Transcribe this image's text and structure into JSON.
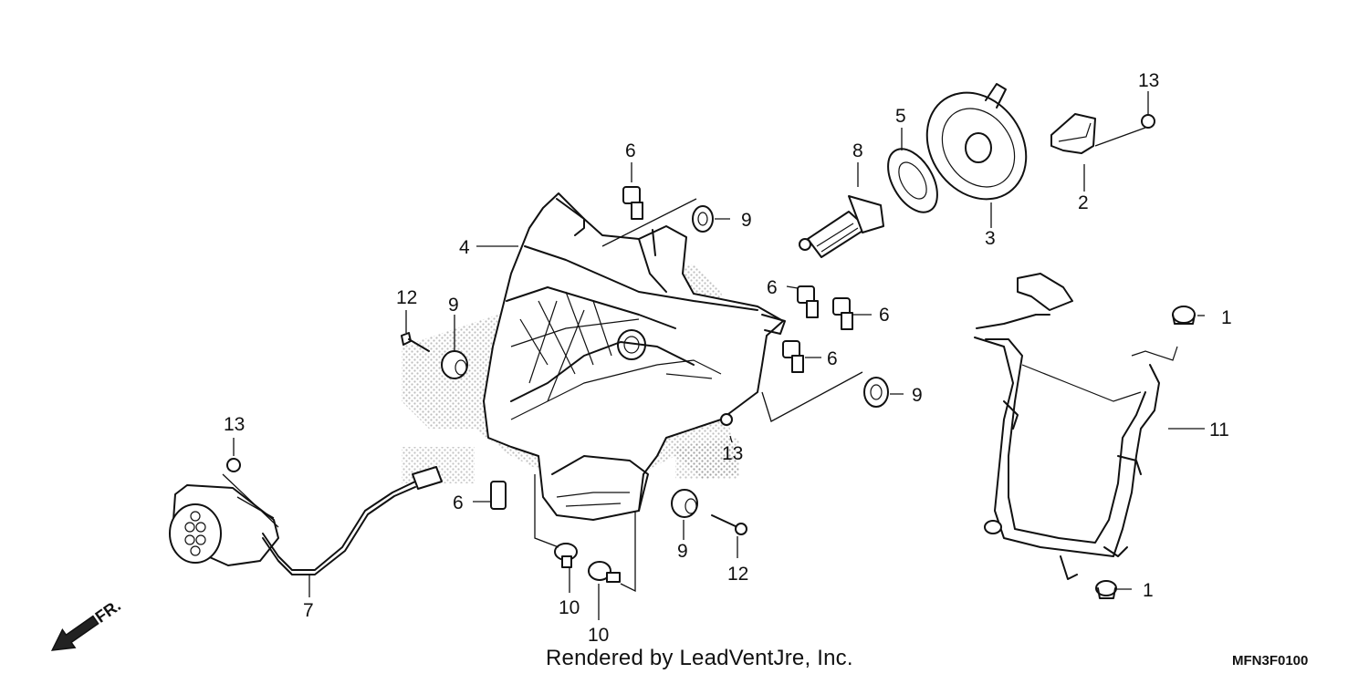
{
  "diagram": {
    "callouts": [
      "13",
      "5",
      "8",
      "6",
      "2",
      "3",
      "9",
      "4",
      "6",
      "6",
      "12",
      "9",
      "1",
      "6",
      "9",
      "11",
      "13",
      "13",
      "6",
      "12",
      "9",
      "7",
      "10",
      "10",
      "1"
    ],
    "front_arrow_label": "FR.",
    "credit": "Rendered by LeadVentJre, Inc.",
    "code": "MFN3F0100"
  }
}
